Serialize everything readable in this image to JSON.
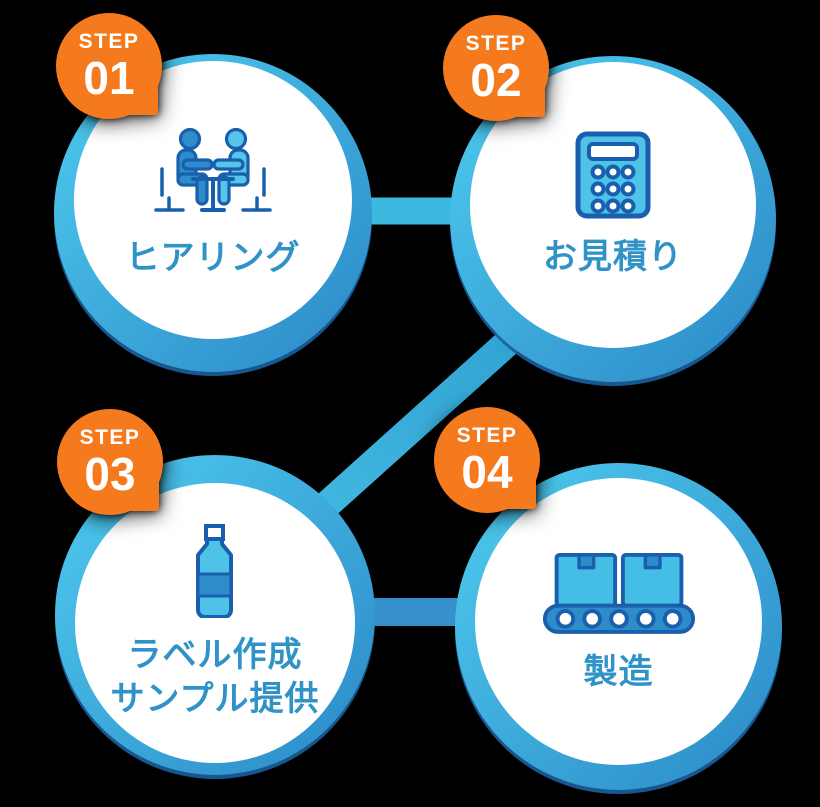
{
  "diagram": {
    "title": "production-flow-4-steps",
    "steps": [
      {
        "step_word": "STEP",
        "step_number": "01",
        "title_lines": [
          "ヒアリング"
        ],
        "icon": "meeting-icon"
      },
      {
        "step_word": "STEP",
        "step_number": "02",
        "title_lines": [
          "お見積り"
        ],
        "icon": "calculator-icon"
      },
      {
        "step_word": "STEP",
        "step_number": "03",
        "title_lines": [
          "ラベル作成",
          "サンプル提供"
        ],
        "icon": "bottle-icon"
      },
      {
        "step_word": "STEP",
        "step_number": "04",
        "title_lines": [
          "製造"
        ],
        "icon": "conveyor-icon"
      }
    ],
    "connections": [
      {
        "from": "01",
        "to": "02",
        "shape": "horizontal"
      },
      {
        "from": "02",
        "to": "03",
        "shape": "diagonal"
      },
      {
        "from": "03",
        "to": "04",
        "shape": "horizontal"
      }
    ],
    "colors": {
      "background": "#000000",
      "badge_orange": "#F5791D",
      "badge_text": "#FFFFFF",
      "circle_ring_light": "#49C2E9",
      "circle_ring_dark": "#2F8FCB",
      "circle_fill": "#FFFFFF",
      "connector_cyan": "#3CB9DE",
      "connector_blue": "#3690CB",
      "title_blue": "#3093C7",
      "icon_outline_navy": "#1A5FAD",
      "icon_fill_cyan": "#4FC2E8",
      "icon_fill_light_cyan": "#55C5E9",
      "icon_fill_blue": "#2E8CCB"
    }
  }
}
